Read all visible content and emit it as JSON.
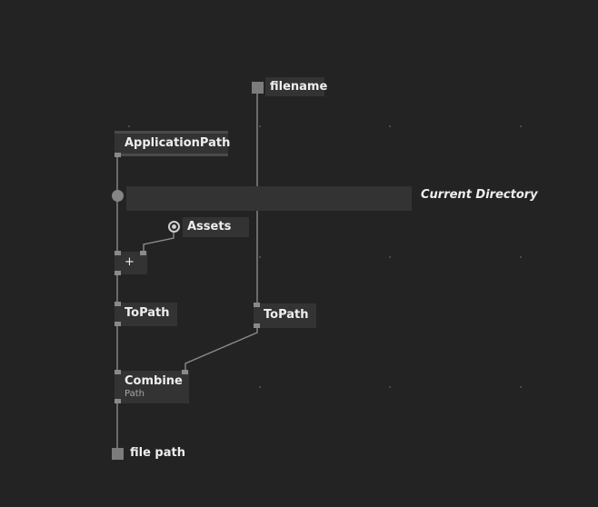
{
  "nodes": {
    "filename": {
      "label": "filename"
    },
    "application_path": {
      "label": "ApplicationPath"
    },
    "current_directory": {
      "comment": "Current Directory"
    },
    "assets": {
      "label": "Assets"
    },
    "plus": {
      "label": "+"
    },
    "topath_left": {
      "label": "ToPath"
    },
    "topath_right": {
      "label": "ToPath"
    },
    "combine": {
      "label": "Combine",
      "category": "Path"
    },
    "file_path": {
      "label": "file path"
    }
  },
  "colors": {
    "background": "#232323",
    "node": "#333333",
    "wire": "#8a8a8a",
    "text": "#eeeeee"
  }
}
